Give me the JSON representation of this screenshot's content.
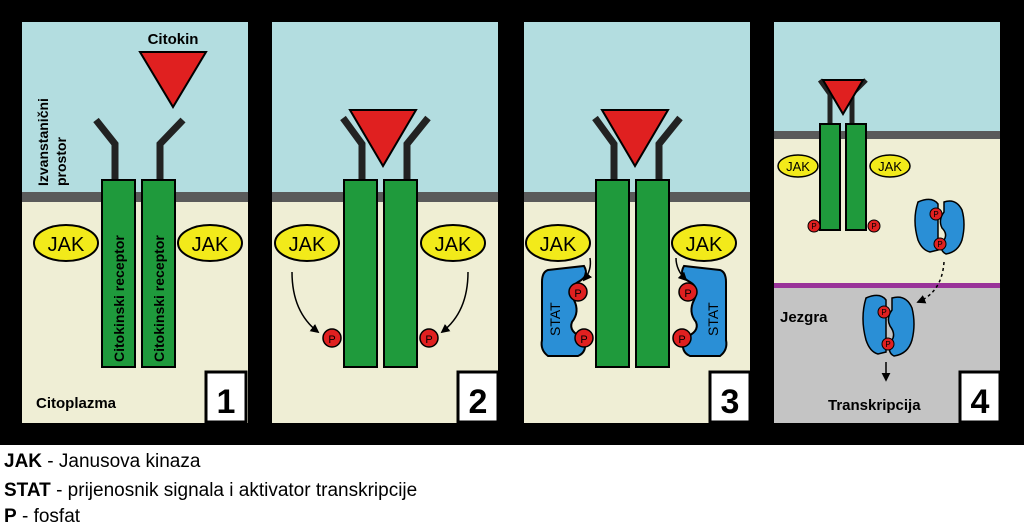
{
  "labels": {
    "cytokine": "Citokin",
    "extracellular_line1": "Izvanstanični",
    "extracellular_line2": "prostor",
    "receptor": "Citokinski receptor",
    "cytoplasm": "Citoplazma",
    "nucleus": "Jezgra",
    "transcription": "Transkripcija",
    "jak": "JAK",
    "stat": "STAT",
    "phosphate": "P"
  },
  "panels": [
    {
      "number": "1"
    },
    {
      "number": "2"
    },
    {
      "number": "3"
    },
    {
      "number": "4"
    }
  ],
  "legend": [
    {
      "key": "JAK",
      "text": " - Janusova kinaza"
    },
    {
      "key": "STAT",
      "text": " - prijenosnik signala i aktivator transkripcije"
    },
    {
      "key": "P",
      "text": " - fosfat"
    }
  ],
  "colors": {
    "frame": "#000000",
    "extracellular": "#b3dde0",
    "cytoplasm": "#efeed5",
    "nucleus": "#c4c4c4",
    "membrane": "#5a5a5a",
    "nuclear_membrane": "#993399",
    "receptor": "#1f9a3c",
    "cytokine": "#e02020",
    "jak": "#f2ea1a",
    "stat": "#2a8fd6",
    "phosphate": "#e02020"
  }
}
